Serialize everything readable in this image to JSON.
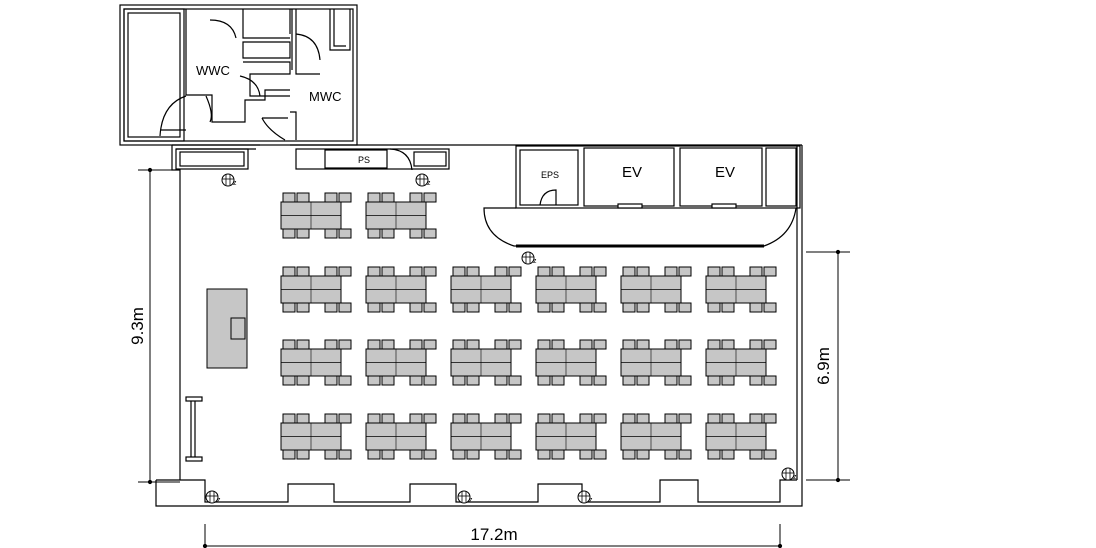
{
  "rooms": {
    "womens_wc": "WWC",
    "mens_wc": "MWC",
    "pipe_shaft": "PS",
    "electrical_shaft": "EPS",
    "elevator_1": "EV",
    "elevator_2": "EV"
  },
  "dimensions": {
    "total_width": "17.2m",
    "total_depth": "9.3m",
    "room_depth": "6.9m"
  },
  "outlet_label": "Ⅱz",
  "seating": {
    "front_rows": 1,
    "front_cols": 2,
    "main_rows": 3,
    "main_cols": 6
  }
}
